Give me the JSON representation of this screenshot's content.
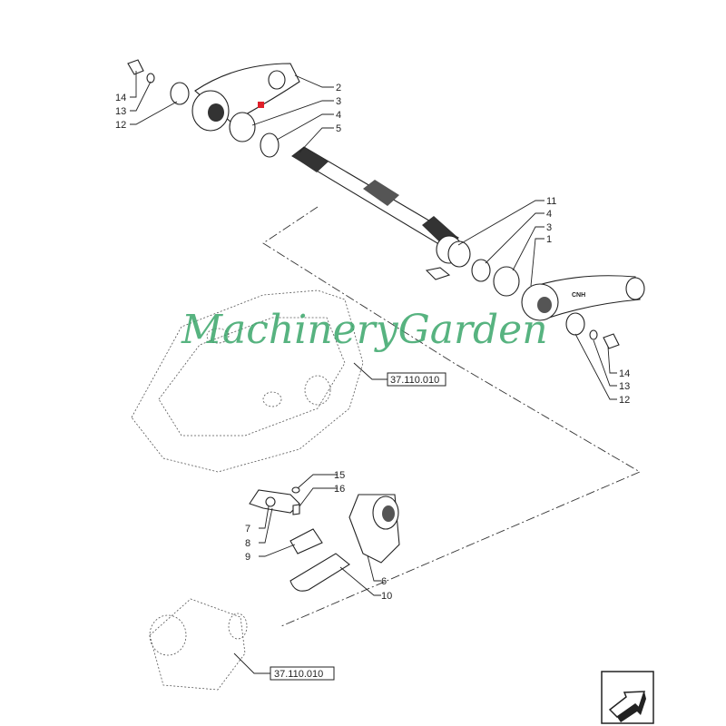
{
  "callouts_top_left": [
    "14",
    "13",
    "12"
  ],
  "callouts_top_right": [
    "2",
    "3",
    "4",
    "5"
  ],
  "callouts_mid_right": [
    "11",
    "4",
    "3",
    "1"
  ],
  "callouts_low_right": [
    "14",
    "13",
    "12"
  ],
  "callouts_center": [
    "15",
    "16"
  ],
  "callouts_lower_left": [
    "7",
    "8",
    "9"
  ],
  "callouts_lower_right": [
    "6",
    "10"
  ],
  "references": [
    "37.110.010",
    "37.110.010"
  ],
  "watermark": "MachineryGarden",
  "arm_logo": "CNH",
  "nav_icon": "next-page-arrow-icon",
  "colors": {
    "watermark": "#3aa66a",
    "marker": "#e0202a"
  }
}
